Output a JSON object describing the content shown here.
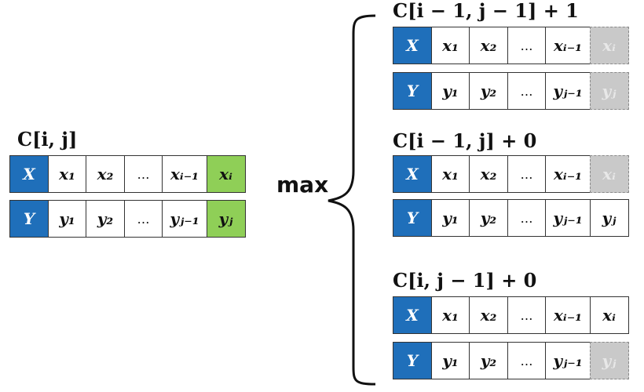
{
  "left": {
    "label": "C[i, j]",
    "x_row": [
      "X",
      "x₁",
      "x₂",
      "…",
      "xᵢ₋₁",
      "xᵢ"
    ],
    "y_row": [
      "Y",
      "y₁",
      "y₂",
      "…",
      "yⱼ₋₁",
      "yⱼ"
    ]
  },
  "operator": "max",
  "cases": [
    {
      "label": "C[i − 1, j − 1] + 1",
      "x_row": [
        "X",
        "x₁",
        "x₂",
        "…",
        "xᵢ₋₁",
        "xᵢ"
      ],
      "y_row": [
        "Y",
        "y₁",
        "y₂",
        "…",
        "yⱼ₋₁",
        "yⱼ"
      ]
    },
    {
      "label": "C[i − 1, j] + 0",
      "x_row": [
        "X",
        "x₁",
        "x₂",
        "…",
        "xᵢ₋₁",
        "xᵢ"
      ],
      "y_row": [
        "Y",
        "y₁",
        "y₂",
        "…",
        "yⱼ₋₁",
        "yⱼ"
      ]
    },
    {
      "label": "C[i, j − 1] + 0",
      "x_row": [
        "X",
        "x₁",
        "x₂",
        "…",
        "xᵢ₋₁",
        "xᵢ"
      ],
      "y_row": [
        "Y",
        "y₁",
        "y₂",
        "…",
        "yⱼ₋₁",
        "yⱼ"
      ]
    }
  ],
  "colors": {
    "header_blue": "#1f6fba",
    "highlight_green": "#8fcf57",
    "excluded_gray": "#c9c9c9"
  }
}
